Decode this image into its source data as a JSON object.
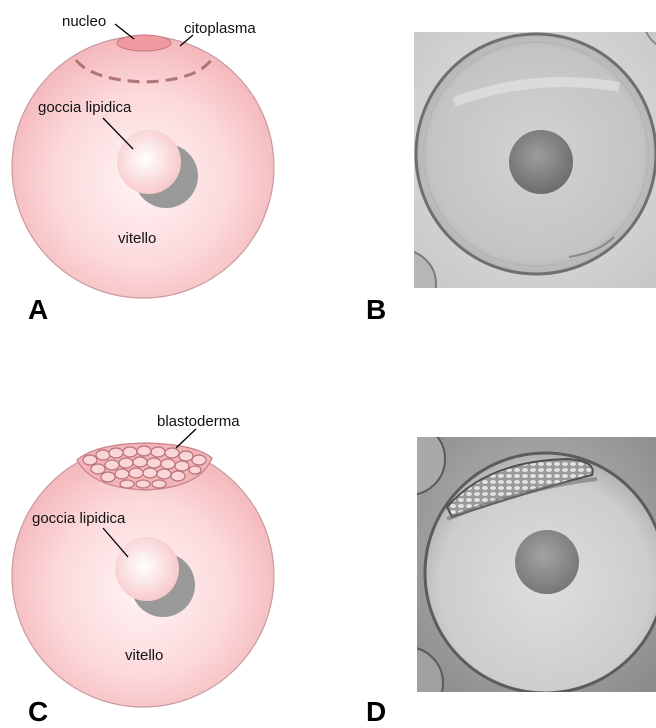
{
  "panels": {
    "A": {
      "letter": "A",
      "labels": {
        "nucleus": "nucleo",
        "cytoplasm": "citoplasma",
        "lipid_droplet": "goccia lipidica",
        "yolk": "vitello"
      }
    },
    "B": {
      "letter": "B"
    },
    "C": {
      "letter": "C",
      "labels": {
        "blastoderm": "blastoderma",
        "lipid_droplet": "goccia lipidica",
        "yolk": "vitello"
      }
    },
    "D": {
      "letter": "D"
    }
  },
  "colors": {
    "egg_fill": "#f9c9cb",
    "egg_center": "#ffeef0",
    "egg_stroke": "#b88a8d",
    "nucleus": "#e88c93",
    "photo_bg": "#dcdcdc"
  }
}
